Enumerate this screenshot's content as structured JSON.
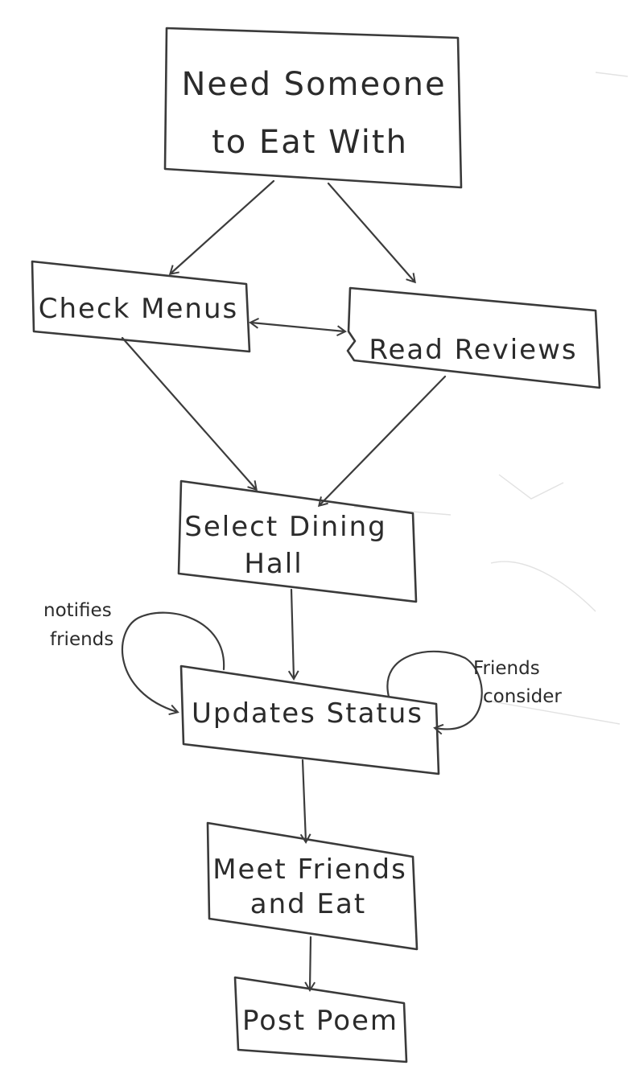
{
  "nodes": {
    "need": {
      "line1": "Need Someone",
      "line2": "to Eat With"
    },
    "check_menus": {
      "line1": "Check Menus"
    },
    "read_reviews": {
      "line1": "Read Reviews"
    },
    "select_hall": {
      "line1": "Select Dining",
      "line2": "Hall"
    },
    "updates_status": {
      "line1": "Updates Status"
    },
    "meet_friends": {
      "line1": "Meet Friends",
      "line2": "and Eat"
    },
    "post_poem": {
      "line1": "Post Poem"
    }
  },
  "annotations": {
    "notifies_line1": "notifies",
    "notifies_line2": "friends",
    "friends_consider_line1": "Friends",
    "friends_consider_line2": "consider"
  },
  "colors": {
    "ink": "#3a3a3a",
    "paper": "#ffffff",
    "bleed": "#e2e2e2"
  }
}
